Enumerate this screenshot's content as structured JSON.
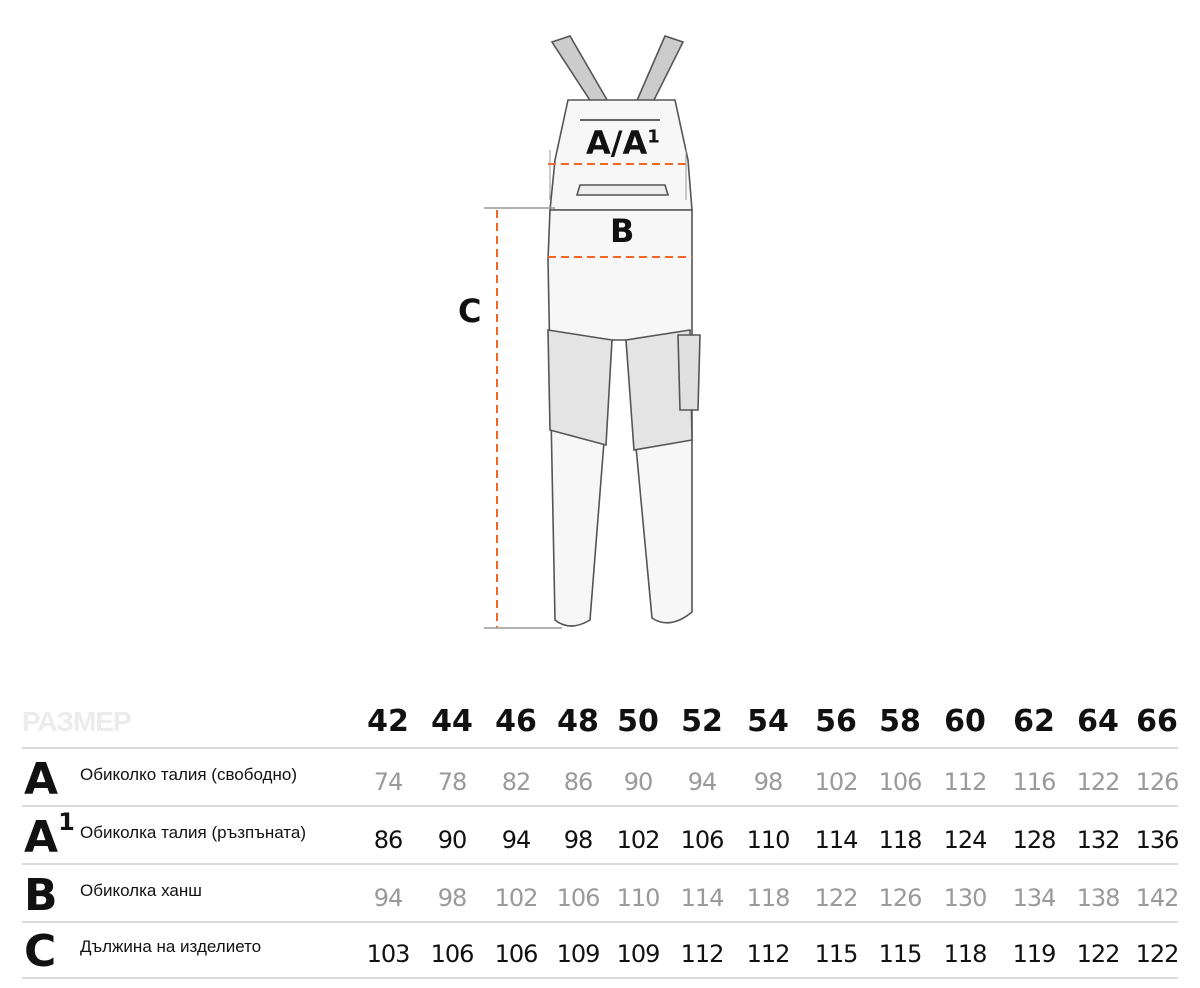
{
  "figure": {
    "labels": {
      "a": "A/A",
      "a_sup": "1",
      "b": "B",
      "c": "C"
    },
    "accent_color": "#f26522"
  },
  "table": {
    "title": "РАЗМЕР",
    "sizes": [
      "42",
      "44",
      "46",
      "48",
      "50",
      "52",
      "54",
      "56",
      "58",
      "60",
      "62",
      "64",
      "66"
    ],
    "rows": [
      {
        "letter": "A",
        "sup": "",
        "label": "Обиколко талия (свободно)",
        "values": [
          "74",
          "78",
          "82",
          "86",
          "90",
          "94",
          "98",
          "102",
          "106",
          "112",
          "116",
          "122",
          "126"
        ]
      },
      {
        "letter": "A",
        "sup": "1",
        "label": "Обиколка талия (ръзпъната)",
        "values": [
          "86",
          "90",
          "94",
          "98",
          "102",
          "106",
          "110",
          "114",
          "118",
          "124",
          "128",
          "132",
          "136"
        ]
      },
      {
        "letter": "B",
        "sup": "",
        "label": "Обиколка ханш",
        "values": [
          "94",
          "98",
          "102",
          "106",
          "110",
          "114",
          "118",
          "122",
          "126",
          "130",
          "134",
          "138",
          "142"
        ]
      },
      {
        "letter": "C",
        "sup": "",
        "label": "Дължина на изделието",
        "values": [
          "103",
          "106",
          "106",
          "109",
          "109",
          "112",
          "112",
          "115",
          "115",
          "118",
          "119",
          "122",
          "122"
        ]
      }
    ]
  }
}
